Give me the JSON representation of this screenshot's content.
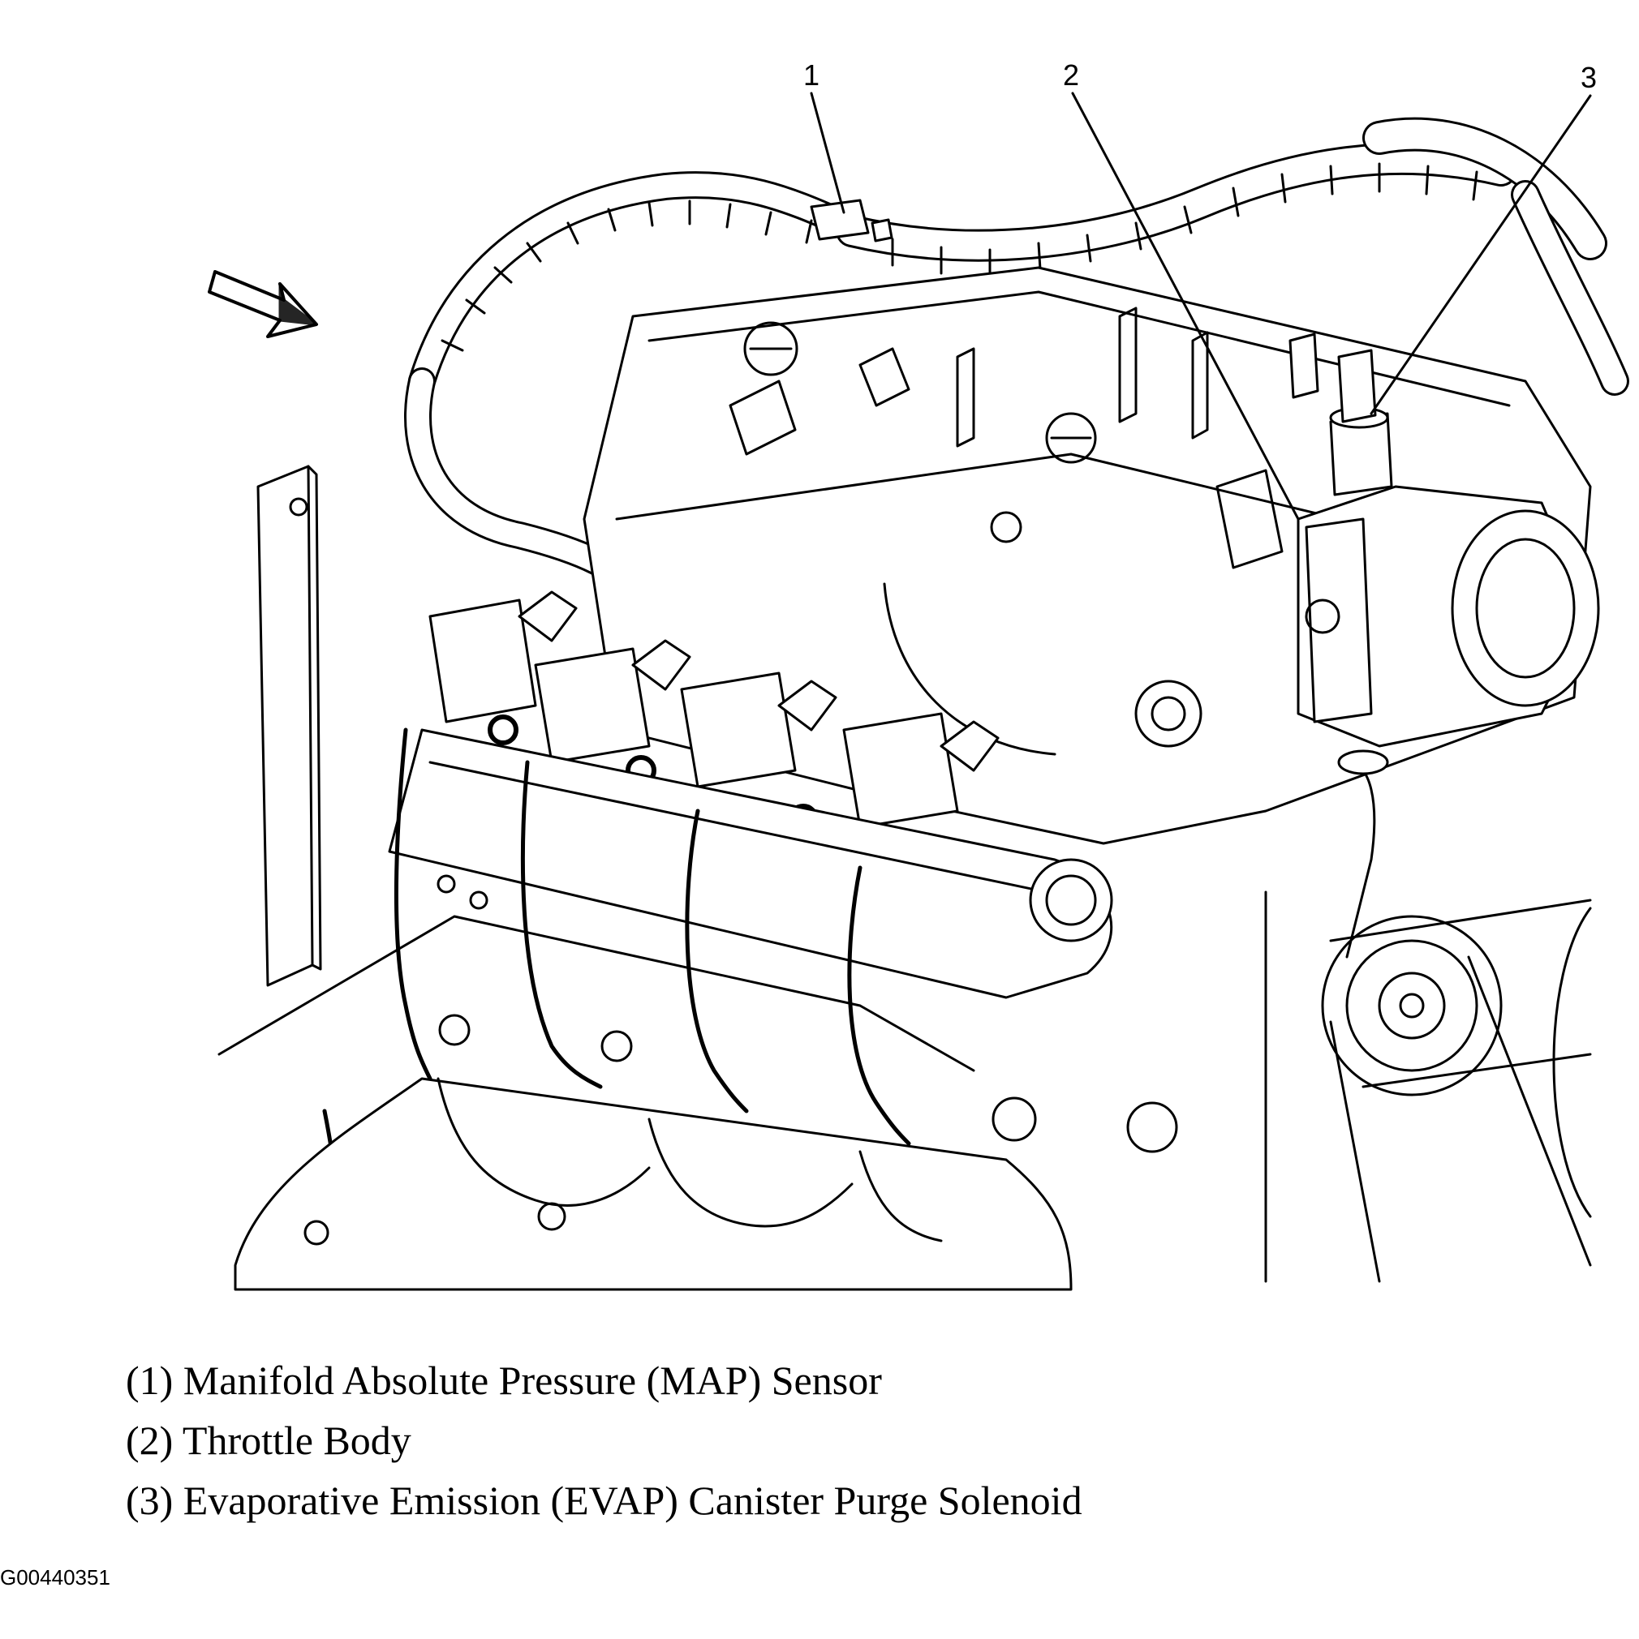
{
  "callouts": [
    {
      "number": "1"
    },
    {
      "number": "2"
    },
    {
      "number": "3"
    }
  ],
  "legend": [
    {
      "text": "(1) Manifold Absolute Pressure (MAP) Sensor"
    },
    {
      "text": "(2) Throttle Body"
    },
    {
      "text": "(3) Evaporative Emission (EVAP) Canister Purge Solenoid"
    }
  ],
  "figure_id": "G00440351",
  "colors": {
    "ink": "#000000",
    "paper": "#ffffff"
  },
  "icons": {
    "arrow": "view-direction-arrow-icon"
  }
}
